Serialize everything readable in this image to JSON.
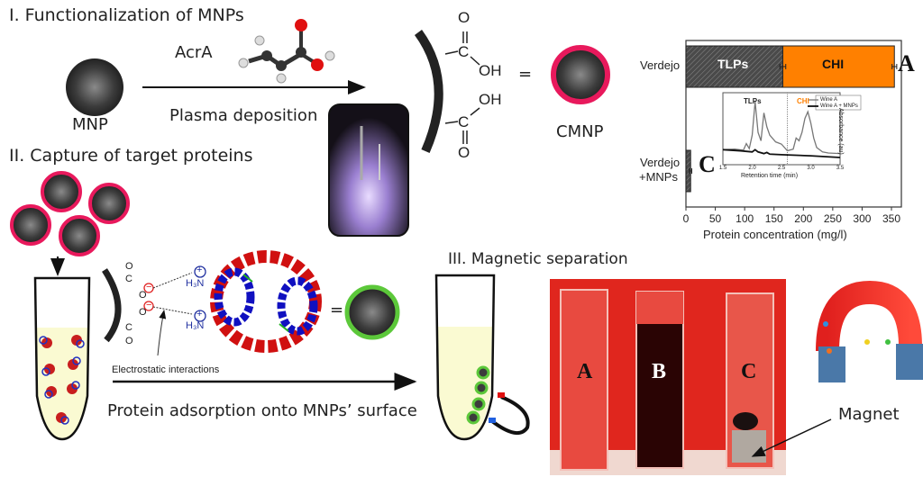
{
  "sections": {
    "functionalization": {
      "title": "I. Functionalization of MNPs",
      "reagent": "AcrA",
      "process": "Plasma deposition",
      "start_label": "MNP",
      "product_label": "CMNP",
      "equals": "=",
      "chem": {
        "o_top": "O",
        "c_top": "C",
        "oh_top": "OH",
        "oh_bottom": "OH",
        "c_bottom": "C",
        "o_bottom": "O"
      }
    },
    "capture": {
      "title": "II. Capture of target proteins",
      "interaction_label": "Electrostatic interactions",
      "process": "Protein adsorption onto MNPs’ surface",
      "equals": "=",
      "chem": {
        "o1": "O",
        "c1": "C",
        "o2": "O",
        "neg1": "−",
        "neg2": "−",
        "o3": "O",
        "c2": "C",
        "o4": "O",
        "pos1": "+",
        "pos2": "+",
        "amine1": "H₃N",
        "amine2": "H₃N"
      }
    },
    "separation": {
      "title": "III. Magnetic separation",
      "cuvettes": [
        "A",
        "B",
        "C"
      ],
      "magnet_label": "Magnet"
    }
  },
  "colors": {
    "cmnp_ring": "#e8195c",
    "protein_ring": "#5cc83a",
    "chi_bar": "#ff8000",
    "tlps_bar": "#555555",
    "liquid": "#fafad2",
    "photo_bg": "#e0261e"
  },
  "chart_data": {
    "type": "bar",
    "orientation": "horizontal",
    "stacked": true,
    "categories": [
      "Verdejo",
      "Verdejo\n+MNPs"
    ],
    "category_labels": [
      "Verdejo",
      "Verdejo",
      "+MNPs"
    ],
    "series": [
      {
        "name": "TLPs",
        "values": [
          165,
          8
        ]
      },
      {
        "name": "CHI",
        "values": [
          190,
          0
        ]
      }
    ],
    "error_bars": [
      {
        "at": 165,
        "err": 5
      },
      {
        "at": 355,
        "err": 4
      },
      {
        "at": 8,
        "err": 2
      }
    ],
    "annotations": [
      "A",
      "C"
    ],
    "xlabel": "Protein concentration (mg/l)",
    "xlim": [
      0,
      360
    ],
    "xticks": [
      0,
      50,
      100,
      150,
      200,
      250,
      300,
      350
    ],
    "inset": {
      "type": "line",
      "xlabel": "Retention time (min)",
      "ylabel": "Absorbance (au)",
      "xlim": [
        1.5,
        3.5
      ],
      "xticks": [
        "1.5",
        "2.0",
        "2.5",
        "3.0",
        "3.5"
      ],
      "region_labels": [
        "TLPs",
        "CHI"
      ],
      "divider_x": 2.6,
      "legend": [
        "Wine A",
        "Wine A + MNPs"
      ],
      "series": [
        {
          "name": "Wine A",
          "x": [
            1.5,
            1.7,
            1.85,
            1.9,
            1.95,
            2.0,
            2.05,
            2.1,
            2.15,
            2.2,
            2.25,
            2.3,
            2.4,
            2.5,
            2.6,
            2.7,
            2.75,
            2.8,
            2.85,
            2.9,
            2.95,
            3.0,
            3.05,
            3.1,
            3.2,
            3.3,
            3.5
          ],
          "y": [
            0.14,
            0.15,
            0.13,
            0.25,
            0.16,
            0.4,
            1.0,
            0.45,
            0.3,
            0.8,
            0.55,
            0.4,
            0.28,
            0.24,
            0.12,
            0.15,
            0.35,
            0.3,
            0.45,
            0.7,
            0.82,
            0.62,
            0.35,
            0.18,
            0.1,
            0.08,
            0.07
          ]
        },
        {
          "name": "Wine A + MNPs",
          "x": [
            1.5,
            1.8,
            2.0,
            2.05,
            2.1,
            2.2,
            2.25,
            2.3,
            2.5,
            3.0,
            3.5
          ],
          "y": [
            0.14,
            0.12,
            0.1,
            0.14,
            0.1,
            0.07,
            0.09,
            0.06,
            0.05,
            0.03,
            0.0
          ]
        }
      ]
    }
  }
}
